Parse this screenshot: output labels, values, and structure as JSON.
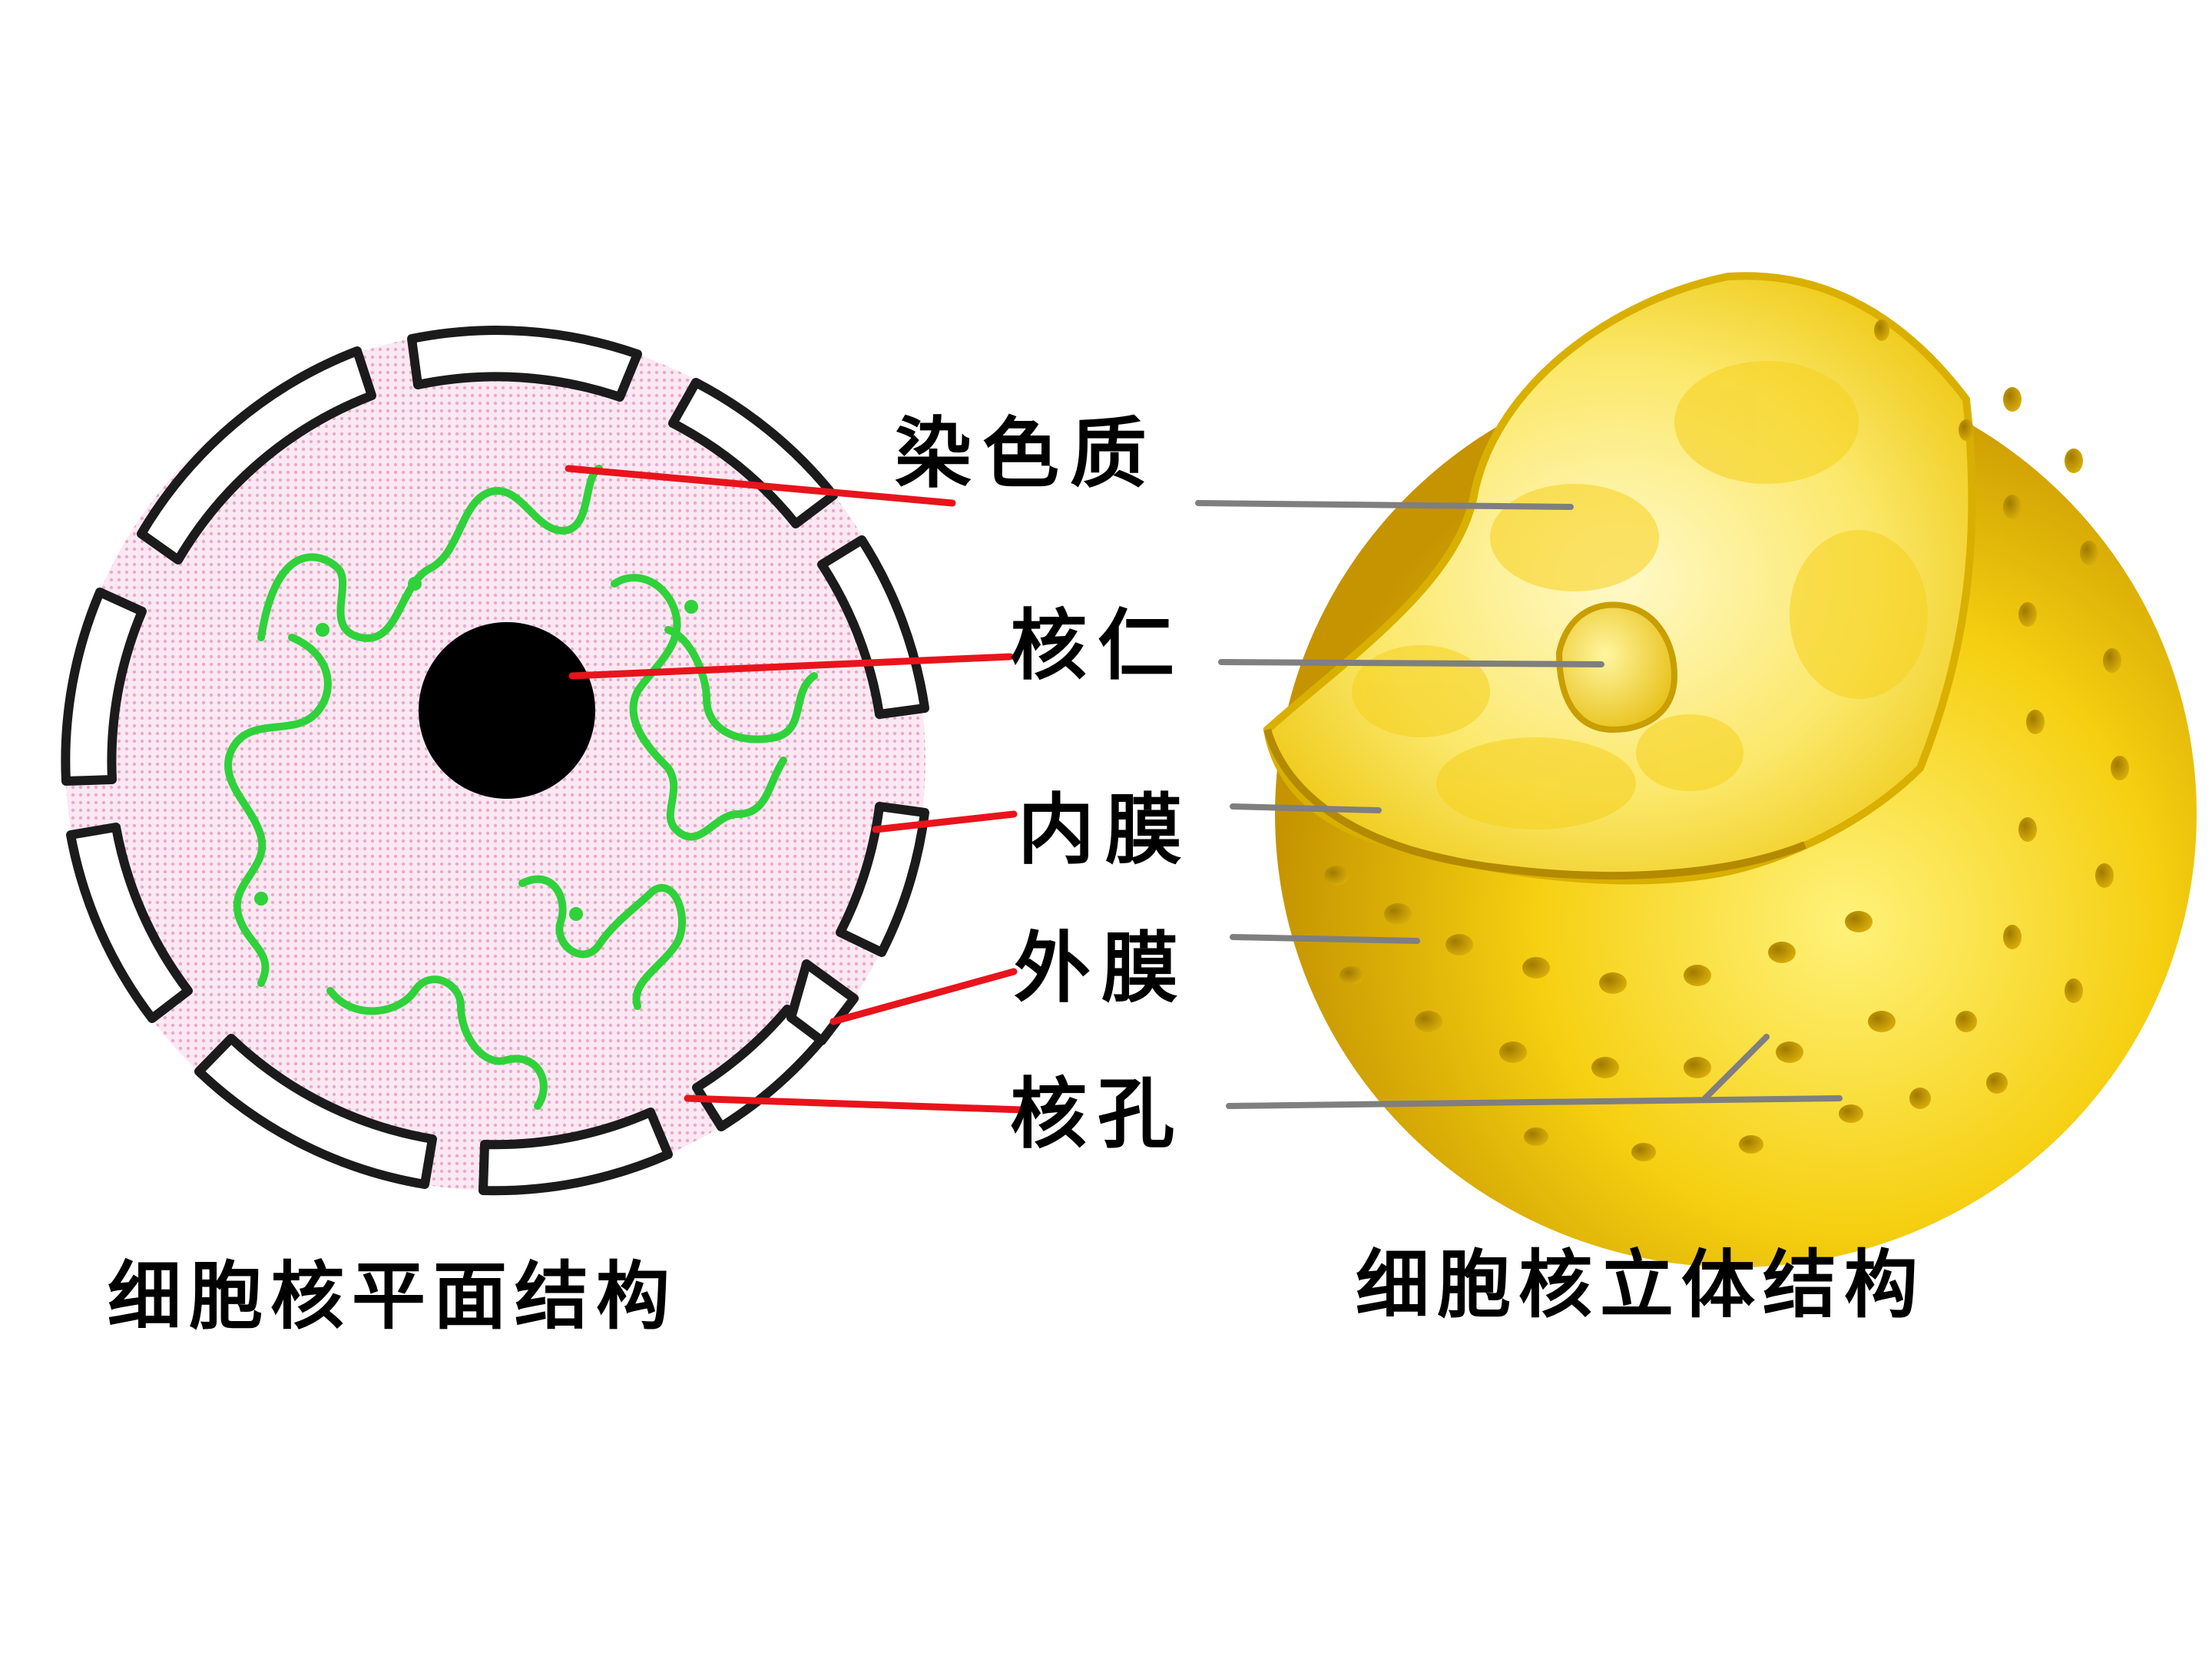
{
  "labels": {
    "chromatin": "染色质",
    "nucleolus": "核仁",
    "inner_membrane": "内膜",
    "outer_membrane": "外膜",
    "nuclear_pore": "核孔"
  },
  "captions": {
    "planar": "细胞核平面结构",
    "stereo": "细胞核立体结构"
  },
  "colors": {
    "planar_leader": "#e8141c",
    "stereo_leader": "#808080",
    "nucleoplasm": "#f6d6e8",
    "chromatin": "#2fd23a",
    "nucleolus": "#000000",
    "sphere": "#f2c800"
  }
}
